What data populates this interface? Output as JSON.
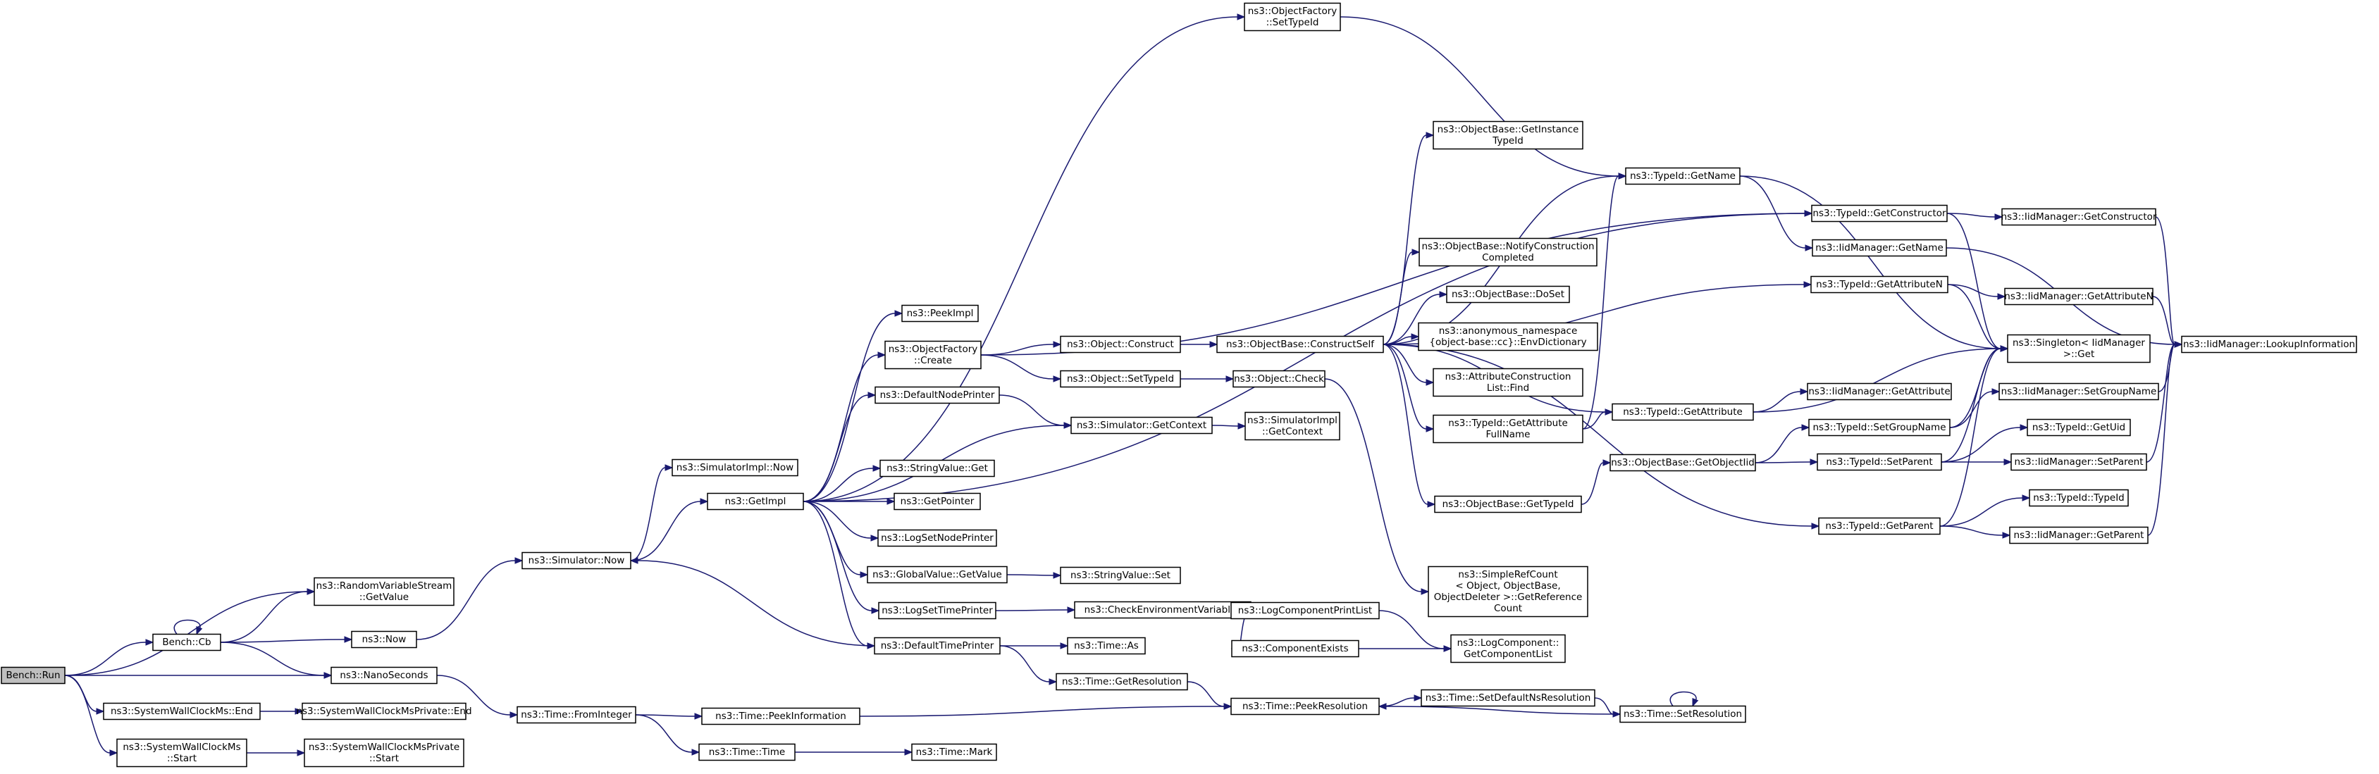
{
  "diagram": {
    "kind": "call graph",
    "colors": {
      "node_fill": "#ffffff",
      "root_fill": "#bfbfbf",
      "node_stroke": "#000000",
      "edge": "#191970"
    },
    "nodes": [
      {
        "id": "bench_run",
        "lines": [
          "Bench::Run"
        ]
      },
      {
        "id": "bench_cb",
        "lines": [
          "Bench::Cb"
        ]
      },
      {
        "id": "rvs_getvalue",
        "lines": [
          "ns3::RandomVariableStream",
          "::GetValue"
        ]
      },
      {
        "id": "now",
        "lines": [
          "ns3::Now"
        ]
      },
      {
        "id": "nanoseconds",
        "lines": [
          "ns3::NanoSeconds"
        ]
      },
      {
        "id": "swcm_end",
        "lines": [
          "ns3::SystemWallClockMs::End"
        ]
      },
      {
        "id": "swcmp_end",
        "lines": [
          "ns3::SystemWallClockMsPrivate::End"
        ]
      },
      {
        "id": "swcm_start",
        "lines": [
          "ns3::SystemWallClockMs",
          "::Start"
        ]
      },
      {
        "id": "swcmp_start",
        "lines": [
          "ns3::SystemWallClockMsPrivate",
          "::Start"
        ]
      },
      {
        "id": "simulator_now",
        "lines": [
          "ns3::Simulator::Now"
        ]
      },
      {
        "id": "time_frominteger",
        "lines": [
          "ns3::Time::FromInteger"
        ]
      },
      {
        "id": "simimpl_now",
        "lines": [
          "ns3::SimulatorImpl::Now"
        ]
      },
      {
        "id": "getimpl",
        "lines": [
          "ns3::GetImpl"
        ]
      },
      {
        "id": "time_peekinformation",
        "lines": [
          "ns3::Time::PeekInformation"
        ]
      },
      {
        "id": "time_time",
        "lines": [
          "ns3::Time::Time"
        ]
      },
      {
        "id": "time_mark",
        "lines": [
          "ns3::Time::Mark"
        ]
      },
      {
        "id": "peekimpl",
        "lines": [
          "ns3::PeekImpl"
        ]
      },
      {
        "id": "objfactory_create",
        "lines": [
          "ns3::ObjectFactory",
          "::Create"
        ]
      },
      {
        "id": "defaultnodeprinter",
        "lines": [
          "ns3::DefaultNodePrinter"
        ]
      },
      {
        "id": "stringvalue_get",
        "lines": [
          "ns3::StringValue::Get"
        ]
      },
      {
        "id": "getpointer",
        "lines": [
          "ns3::GetPointer"
        ]
      },
      {
        "id": "logsetnodeprinter",
        "lines": [
          "ns3::LogSetNodePrinter"
        ]
      },
      {
        "id": "globalvalue_getvalue",
        "lines": [
          "ns3::GlobalValue::GetValue"
        ]
      },
      {
        "id": "logsettimeprinter",
        "lines": [
          "ns3::LogSetTimePrinter"
        ]
      },
      {
        "id": "defaulttimeprinter",
        "lines": [
          "ns3::DefaultTimePrinter"
        ]
      },
      {
        "id": "objfactory_settypeid",
        "lines": [
          "ns3::ObjectFactory",
          "::SetTypeId"
        ]
      },
      {
        "id": "object_construct",
        "lines": [
          "ns3::Object::Construct"
        ]
      },
      {
        "id": "object_settypeid",
        "lines": [
          "ns3::Object::SetTypeId"
        ]
      },
      {
        "id": "simulator_getcontext",
        "lines": [
          "ns3::Simulator::GetContext"
        ]
      },
      {
        "id": "stringvalue_set",
        "lines": [
          "ns3::StringValue::Set"
        ]
      },
      {
        "id": "checkenvvars",
        "lines": [
          "ns3::CheckEnvironmentVariables"
        ]
      },
      {
        "id": "time_as",
        "lines": [
          "ns3::Time::As"
        ]
      },
      {
        "id": "time_getresolution",
        "lines": [
          "ns3::Time::GetResolution"
        ]
      },
      {
        "id": "objbase_constructself",
        "lines": [
          "ns3::ObjectBase::ConstructSelf"
        ]
      },
      {
        "id": "object_check",
        "lines": [
          "ns3::Object::Check"
        ]
      },
      {
        "id": "simimpl_getcontext",
        "lines": [
          "ns3::SimulatorImpl",
          "::GetContext"
        ]
      },
      {
        "id": "logcomponentprintlist",
        "lines": [
          "ns3::LogComponentPrintList"
        ]
      },
      {
        "id": "componentexists",
        "lines": [
          "ns3::ComponentExists"
        ]
      },
      {
        "id": "time_peekresolution",
        "lines": [
          "ns3::Time::PeekResolution"
        ]
      },
      {
        "id": "objbase_getinstancetypeid",
        "lines": [
          "ns3::ObjectBase::GetInstance",
          "TypeId"
        ]
      },
      {
        "id": "objbase_notifyconstructioncompleted",
        "lines": [
          "ns3::ObjectBase::NotifyConstruction",
          "Completed"
        ]
      },
      {
        "id": "objbase_doset",
        "lines": [
          "ns3::ObjectBase::DoSet"
        ]
      },
      {
        "id": "anon_envdictionary",
        "lines": [
          "ns3::anonymous_namespace",
          "{object-base::cc}::EnvDictionary"
        ]
      },
      {
        "id": "attrconstructionlist_find",
        "lines": [
          "ns3::AttributeConstruction",
          "List::Find"
        ]
      },
      {
        "id": "typeid_getattributefullname",
        "lines": [
          "ns3::TypeId::GetAttribute",
          "FullName"
        ]
      },
      {
        "id": "objbase_gettypeid",
        "lines": [
          "ns3::ObjectBase::GetTypeId"
        ]
      },
      {
        "id": "simplerefcount_getreferencecount",
        "lines": [
          "ns3::SimpleRefCount",
          "< Object, ObjectBase,",
          "ObjectDeleter >::GetReference",
          "Count"
        ]
      },
      {
        "id": "logcomponent_getcomponentlist",
        "lines": [
          "ns3::LogComponent::",
          "GetComponentList"
        ]
      },
      {
        "id": "time_setdefaultnsresolution",
        "lines": [
          "ns3::Time::SetDefaultNsResolution"
        ]
      },
      {
        "id": "typeid_getname",
        "lines": [
          "ns3::TypeId::GetName"
        ]
      },
      {
        "id": "typeid_getattribute",
        "lines": [
          "ns3::TypeId::GetAttribute"
        ]
      },
      {
        "id": "objbase_getobjectiid",
        "lines": [
          "ns3::ObjectBase::GetObjectIid"
        ]
      },
      {
        "id": "time_setresolution",
        "lines": [
          "ns3::Time::SetResolution"
        ]
      },
      {
        "id": "typeid_getconstructor",
        "lines": [
          "ns3::TypeId::GetConstructor"
        ]
      },
      {
        "id": "iidmanager_getname",
        "lines": [
          "ns3::IidManager::GetName"
        ]
      },
      {
        "id": "typeid_getattributen",
        "lines": [
          "ns3::TypeId::GetAttributeN"
        ]
      },
      {
        "id": "iidmanager_getattribute",
        "lines": [
          "ns3::IidManager::GetAttribute"
        ]
      },
      {
        "id": "typeid_setgroupname",
        "lines": [
          "ns3::TypeId::SetGroupName"
        ]
      },
      {
        "id": "typeid_setparent",
        "lines": [
          "ns3::TypeId::SetParent"
        ]
      },
      {
        "id": "typeid_getparent",
        "lines": [
          "ns3::TypeId::GetParent"
        ]
      },
      {
        "id": "iidmanager_getconstructor",
        "lines": [
          "ns3::IidManager::GetConstructor"
        ]
      },
      {
        "id": "iidmanager_getattributen",
        "lines": [
          "ns3::IidManager::GetAttributeN"
        ]
      },
      {
        "id": "singleton_get",
        "lines": [
          "ns3::Singleton< IidManager",
          ">::Get"
        ]
      },
      {
        "id": "iidmanager_setgroupname",
        "lines": [
          "ns3::IidManager::SetGroupName"
        ]
      },
      {
        "id": "typeid_getuid",
        "lines": [
          "ns3::TypeId::GetUid"
        ]
      },
      {
        "id": "iidmanager_setparent",
        "lines": [
          "ns3::IidManager::SetParent"
        ]
      },
      {
        "id": "typeid_typeid",
        "lines": [
          "ns3::TypeId::TypeId"
        ]
      },
      {
        "id": "iidmanager_getparent",
        "lines": [
          "ns3::IidManager::GetParent"
        ]
      },
      {
        "id": "iidmanager_lookupinformation",
        "lines": [
          "ns3::IidManager::LookupInformation"
        ]
      }
    ],
    "edges": [
      [
        "bench_run",
        "bench_cb"
      ],
      [
        "bench_run",
        "rvs_getvalue"
      ],
      [
        "bench_run",
        "nanoseconds"
      ],
      [
        "bench_run",
        "swcm_end"
      ],
      [
        "bench_run",
        "swcm_start"
      ],
      [
        "bench_cb",
        "bench_cb"
      ],
      [
        "bench_cb",
        "rvs_getvalue"
      ],
      [
        "bench_cb",
        "now"
      ],
      [
        "bench_cb",
        "nanoseconds"
      ],
      [
        "now",
        "simulator_now"
      ],
      [
        "nanoseconds",
        "time_frominteger"
      ],
      [
        "swcm_end",
        "swcmp_end"
      ],
      [
        "swcm_start",
        "swcmp_start"
      ],
      [
        "simulator_now",
        "simimpl_now"
      ],
      [
        "simulator_now",
        "getimpl"
      ],
      [
        "time_frominteger",
        "time_peekinformation"
      ],
      [
        "time_frominteger",
        "time_time"
      ],
      [
        "time_time",
        "time_mark"
      ],
      [
        "time_peekinformation",
        "time_peekresolution"
      ],
      [
        "getimpl",
        "objfactory_settypeid"
      ],
      [
        "getimpl",
        "peekimpl"
      ],
      [
        "getimpl",
        "objfactory_create"
      ],
      [
        "getimpl",
        "defaultnodeprinter"
      ],
      [
        "getimpl",
        "simulator_getcontext"
      ],
      [
        "getimpl",
        "stringvalue_get"
      ],
      [
        "getimpl",
        "getpointer"
      ],
      [
        "getimpl",
        "logsetnodeprinter"
      ],
      [
        "getimpl",
        "globalvalue_getvalue"
      ],
      [
        "getimpl",
        "logsettimeprinter"
      ],
      [
        "getimpl",
        "defaulttimeprinter"
      ],
      [
        "getimpl",
        "typeid_getconstructor"
      ],
      [
        "objfactory_settypeid",
        "typeid_getname"
      ],
      [
        "objfactory_create",
        "object_construct"
      ],
      [
        "objfactory_create",
        "object_settypeid"
      ],
      [
        "objfactory_create",
        "typeid_getconstructor"
      ],
      [
        "defaultnodeprinter",
        "simulator_getcontext"
      ],
      [
        "defaulttimeprinter",
        "simulator_now"
      ],
      [
        "defaulttimeprinter",
        "time_as"
      ],
      [
        "defaulttimeprinter",
        "time_getresolution"
      ],
      [
        "globalvalue_getvalue",
        "stringvalue_set"
      ],
      [
        "logsettimeprinter",
        "checkenvvars"
      ],
      [
        "checkenvvars",
        "logcomponentprintlist"
      ],
      [
        "checkenvvars",
        "componentexists"
      ],
      [
        "logcomponentprintlist",
        "logcomponent_getcomponentlist"
      ],
      [
        "componentexists",
        "logcomponent_getcomponentlist"
      ],
      [
        "time_getresolution",
        "time_peekresolution"
      ],
      [
        "object_construct",
        "objbase_constructself"
      ],
      [
        "object_settypeid",
        "object_check"
      ],
      [
        "simulator_getcontext",
        "simimpl_getcontext"
      ],
      [
        "object_check",
        "simplerefcount_getreferencecount"
      ],
      [
        "objbase_constructself",
        "objbase_getinstancetypeid"
      ],
      [
        "objbase_constructself",
        "typeid_getname"
      ],
      [
        "objbase_constructself",
        "objbase_notifyconstructioncompleted"
      ],
      [
        "objbase_constructself",
        "objbase_doset"
      ],
      [
        "objbase_constructself",
        "anon_envdictionary"
      ],
      [
        "objbase_constructself",
        "attrconstructionlist_find"
      ],
      [
        "objbase_constructself",
        "typeid_getattributefullname"
      ],
      [
        "objbase_constructself",
        "typeid_getattribute"
      ],
      [
        "objbase_constructself",
        "objbase_gettypeid"
      ],
      [
        "objbase_constructself",
        "typeid_getattributen"
      ],
      [
        "objbase_constructself",
        "typeid_getparent"
      ],
      [
        "typeid_getattributefullname",
        "typeid_getname"
      ],
      [
        "typeid_getattributefullname",
        "typeid_getattribute"
      ],
      [
        "objbase_gettypeid",
        "objbase_getobjectiid"
      ],
      [
        "objbase_getobjectiid",
        "typeid_setgroupname"
      ],
      [
        "objbase_getobjectiid",
        "typeid_setparent"
      ],
      [
        "typeid_getname",
        "iidmanager_getname"
      ],
      [
        "typeid_getname",
        "singleton_get"
      ],
      [
        "typeid_getattribute",
        "iidmanager_getattribute"
      ],
      [
        "typeid_getattribute",
        "singleton_get"
      ],
      [
        "typeid_getconstructor",
        "iidmanager_getconstructor"
      ],
      [
        "typeid_getconstructor",
        "singleton_get"
      ],
      [
        "iidmanager_getname",
        "iidmanager_lookupinformation"
      ],
      [
        "typeid_getattributen",
        "iidmanager_getattributen"
      ],
      [
        "typeid_getattributen",
        "singleton_get"
      ],
      [
        "iidmanager_getconstructor",
        "iidmanager_lookupinformation"
      ],
      [
        "iidmanager_getattributen",
        "iidmanager_lookupinformation"
      ],
      [
        "typeid_setgroupname",
        "singleton_get"
      ],
      [
        "typeid_setgroupname",
        "iidmanager_setgroupname"
      ],
      [
        "typeid_setparent",
        "typeid_getuid"
      ],
      [
        "typeid_setparent",
        "singleton_get"
      ],
      [
        "typeid_setparent",
        "iidmanager_setparent"
      ],
      [
        "typeid_getparent",
        "singleton_get"
      ],
      [
        "typeid_getparent",
        "typeid_typeid"
      ],
      [
        "typeid_getparent",
        "iidmanager_getparent"
      ],
      [
        "iidmanager_setgroupname",
        "iidmanager_lookupinformation"
      ],
      [
        "iidmanager_setparent",
        "iidmanager_lookupinformation"
      ],
      [
        "iidmanager_getparent",
        "iidmanager_lookupinformation"
      ],
      [
        "time_peekresolution",
        "time_setdefaultnsresolution"
      ],
      [
        "time_setdefaultnsresolution",
        "time_setresolution"
      ],
      [
        "time_setresolution",
        "time_setresolution"
      ],
      [
        "time_setresolution",
        "time_peekresolution"
      ]
    ]
  }
}
